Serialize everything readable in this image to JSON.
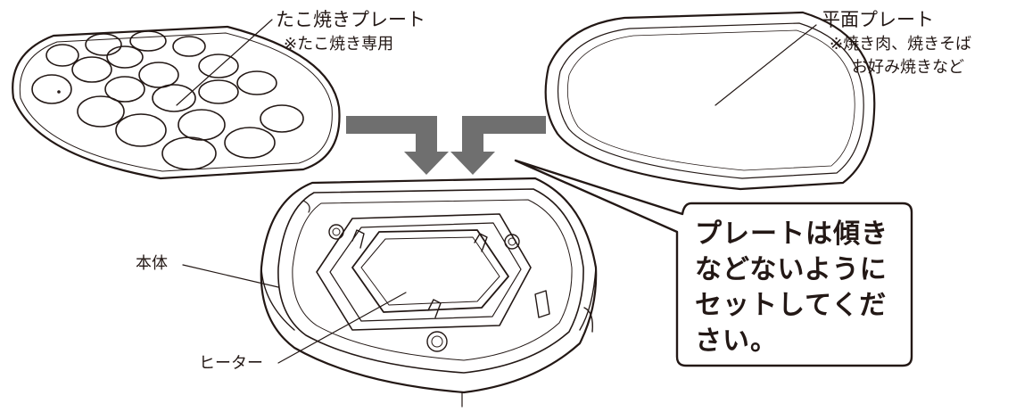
{
  "labels": {
    "takoyaki_plate": "たこ焼きプレート",
    "takoyaki_note": "※たこ焼き専用",
    "flat_plate": "平面プレート",
    "flat_note_line1": "※焼き肉、焼きそば",
    "flat_note_line2": "お好み焼きなど",
    "body": "本体",
    "heater": "ヒーター"
  },
  "callout": {
    "lines": [
      "プレートは傾き",
      "などないように",
      "セットしてくだ",
      "さい。"
    ]
  },
  "colors": {
    "ink": "#231815",
    "arrow": "#6f6f6f",
    "fill": "#ffffff"
  },
  "icons": {
    "insert_arrows": "down-arrow-icon"
  }
}
